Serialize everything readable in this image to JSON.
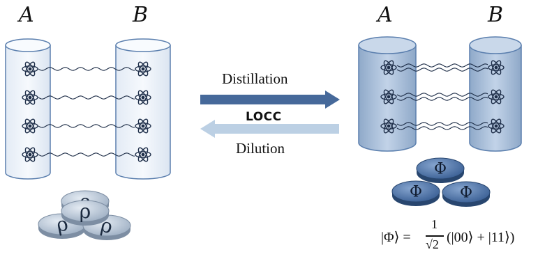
{
  "left": {
    "party_a": "A",
    "party_b": "B",
    "coin_symbol": "ρ",
    "coin_count": 4,
    "pair_count": 4
  },
  "right": {
    "party_a": "A",
    "party_b": "B",
    "coin_symbol": "Φ",
    "coin_count": 3,
    "pair_count": 3
  },
  "arrows": {
    "top_label": "Distillation",
    "middle_label": "LOCC",
    "bottom_label": "Dilution"
  },
  "formula": {
    "lhs": "|Φ⟩ =",
    "numerator": "1",
    "denominator": "√2",
    "rhs": "(|00⟩ + |11⟩)"
  },
  "colors": {
    "left_cylinder_fill": "#f2f6fb",
    "right_cylinder_fill": "#adc1da",
    "cylinder_stroke": "#5b7fae",
    "arrow_forward": "#46699a",
    "arrow_backward": "#bcd0e4",
    "rho_coin": "#b7c5d6",
    "phi_coin": "#4d75ad",
    "atom": "#1f2f4a"
  }
}
